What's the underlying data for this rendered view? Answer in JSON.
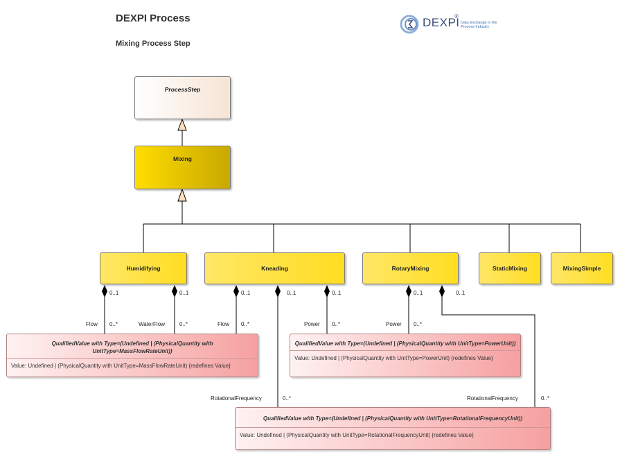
{
  "header": {
    "title": "DEXPI Process",
    "subtitle": "Mixing Process Step"
  },
  "logo": {
    "name": "DEXPI",
    "reg": "®",
    "tagline": "Data Exchange in the Process Industry"
  },
  "classes": {
    "process_step": "ProcessStep",
    "mixing": "Mixing",
    "humidifying": "Humidifying",
    "kneading": "Kneading",
    "rotary_mixing": "RotaryMixing",
    "static_mixing": "StaticMixing",
    "mixing_simple": "MixingSimple"
  },
  "qv_massflow": {
    "head": "QualifiedValue with Type=(Undefined | (PhysicalQuantity with UnitType=MassFlowRateUnit))",
    "body": "Value: Undefined | (PhysicalQuantity with UnitType=MassFlowRateUnit) {redefines Value}"
  },
  "qv_power": {
    "head": "QualifiedValue with Type=(Undefined | (PhysicalQuantity with UnitType=PowerUnit))",
    "body": "Value: Undefined | (PhysicalQuantity with UnitType=PowerUnit) {redefines Value}"
  },
  "qv_rotfreq": {
    "head": "QualifiedValue with Type=(Undefined | (PhysicalQuantity with UnitType=RotationalFrequencyUnit))",
    "body": "Value: Undefined | (PhysicalQuantity with UnitType=RotationalFrequencyUnit) {redefines Value}"
  },
  "labels": {
    "mult_01": "0..1",
    "mult_0n": "0..*",
    "flow": "Flow",
    "water_flow": "WaterFlow",
    "power": "Power",
    "rotational_frequency": "RotationalFrequency"
  }
}
